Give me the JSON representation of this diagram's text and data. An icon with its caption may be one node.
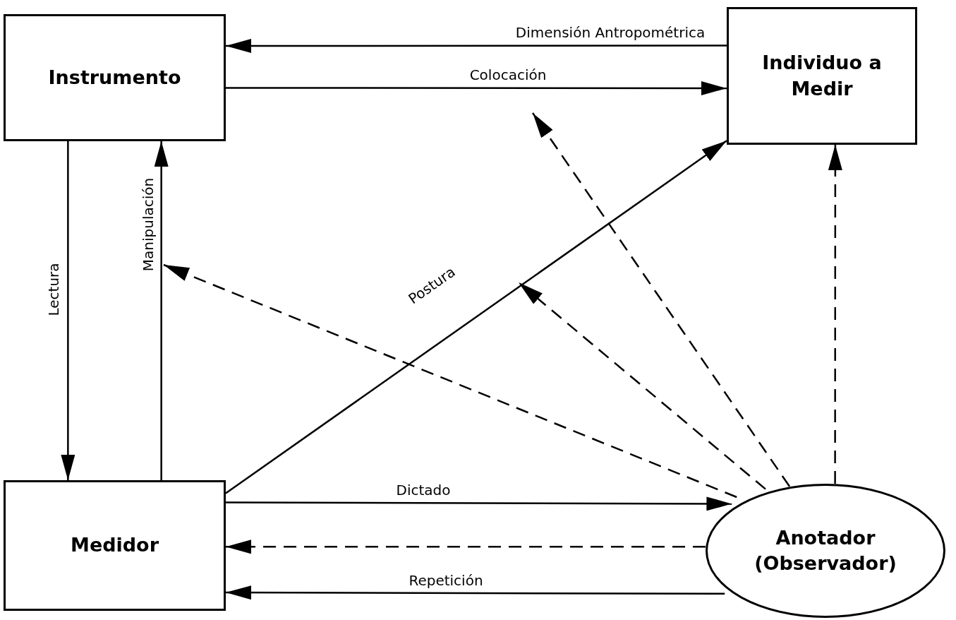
{
  "diagram": {
    "nodes": [
      {
        "text": [
          "Instrumento"
        ]
      },
      {
        "text": [
          "Individuo a Medir"
        ]
      },
      {
        "text": [
          "Medidor"
        ]
      },
      {
        "text": [
          "Anotador (Observador)"
        ]
      }
    ],
    "edges": [
      {
        "from": 1,
        "to": 0,
        "arrow": "to",
        "label": "Dimensión Antropométrica"
      },
      {
        "from": 0,
        "to": 1,
        "arrow": "to",
        "label": "Colocación"
      },
      {
        "from": 0,
        "to": 2,
        "arrow": "to",
        "label": "Lectura"
      },
      {
        "from": 2,
        "to": 0,
        "arrow": "to",
        "label": "Manipulación"
      },
      {
        "from": 2,
        "to": 1,
        "arrow": "to",
        "label": "Postura"
      },
      {
        "from": 3,
        "to": null,
        "arrow": "to",
        "style": "dashed"
      },
      {
        "from": 3,
        "to": null,
        "arrow": "to",
        "style": "dashed"
      },
      {
        "from": 3,
        "to": null,
        "arrow": "to",
        "style": "dashed"
      },
      {
        "from": 3,
        "to": 1,
        "arrow": "to",
        "style": "dashed"
      },
      {
        "from": 2,
        "to": 3,
        "arrow": "to",
        "label": "Dictado"
      },
      {
        "from": 3,
        "to": 2,
        "arrow": "to",
        "style": "dashed"
      },
      {
        "from": 3,
        "to": 2,
        "arrow": "to",
        "label": "Repetición"
      }
    ]
  }
}
